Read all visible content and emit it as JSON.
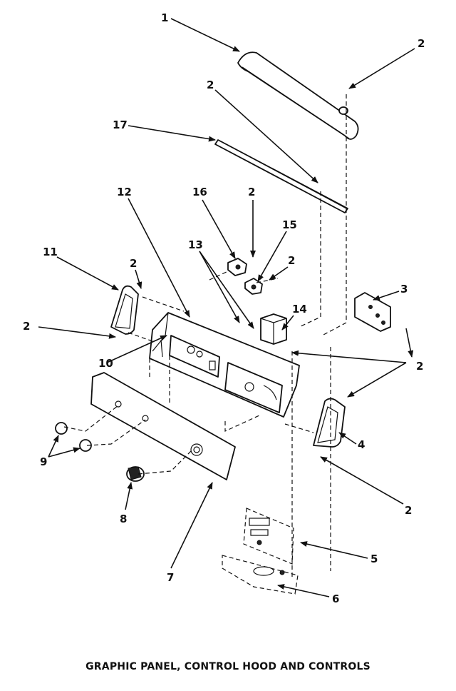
{
  "caption": "GRAPHIC PANEL, CONTROL HOOD AND CONTROLS",
  "callouts": [
    "1",
    "2",
    "2",
    "17",
    "12",
    "16",
    "2",
    "15",
    "13",
    "2",
    "11",
    "2",
    "3",
    "14",
    "2",
    "10",
    "2",
    "4",
    "9",
    "8",
    "2",
    "7",
    "5",
    "6"
  ]
}
